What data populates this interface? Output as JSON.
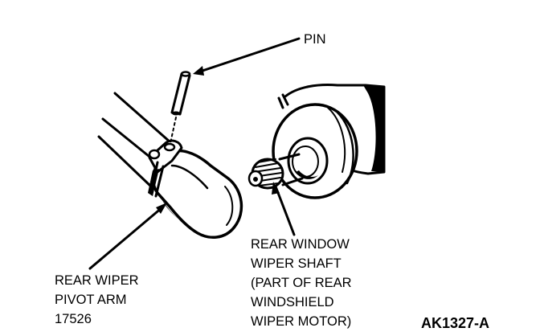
{
  "callouts": {
    "pin": {
      "lines": [
        "PIN"
      ]
    },
    "shaft": {
      "lines": [
        "REAR WINDOW",
        "WIPER SHAFT",
        "(PART OF REAR",
        "WINDSHIELD",
        "WIPER MOTOR)"
      ]
    },
    "arm": {
      "lines": [
        "REAR WIPER",
        "PIVOT ARM",
        "17526"
      ]
    }
  },
  "figure_code": "AK1327-A",
  "colors": {
    "ink": "#000000",
    "paper": "#ffffff"
  }
}
